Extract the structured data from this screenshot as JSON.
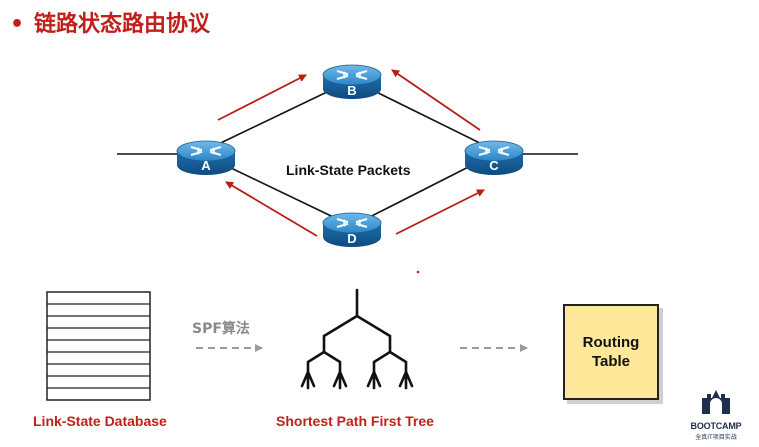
{
  "title": {
    "bullet": "•",
    "text": "链路状态路由协议"
  },
  "network": {
    "center_label": "Link-State Packets",
    "routers": [
      {
        "id": "A",
        "label": "A"
      },
      {
        "id": "B",
        "label": "B"
      },
      {
        "id": "C",
        "label": "C"
      },
      {
        "id": "D",
        "label": "D"
      }
    ],
    "links": [
      [
        "A",
        "B"
      ],
      [
        "B",
        "C"
      ],
      [
        "C",
        "D"
      ],
      [
        "D",
        "A"
      ]
    ],
    "flood_arrow_color": "#b81c12"
  },
  "process": {
    "database_label": "Link-State Database",
    "spf_label": "SPF算法",
    "tree_label": "Shortest Path First Tree",
    "routing_table_line1": "Routing",
    "routing_table_line2": "Table",
    "accent_color": "#c0201a",
    "box_fill": "#fde89a"
  },
  "logo": {
    "brand": "BOOTCAMP",
    "tagline": "全真IT项目实战",
    "icon": "castle-shield-icon"
  }
}
